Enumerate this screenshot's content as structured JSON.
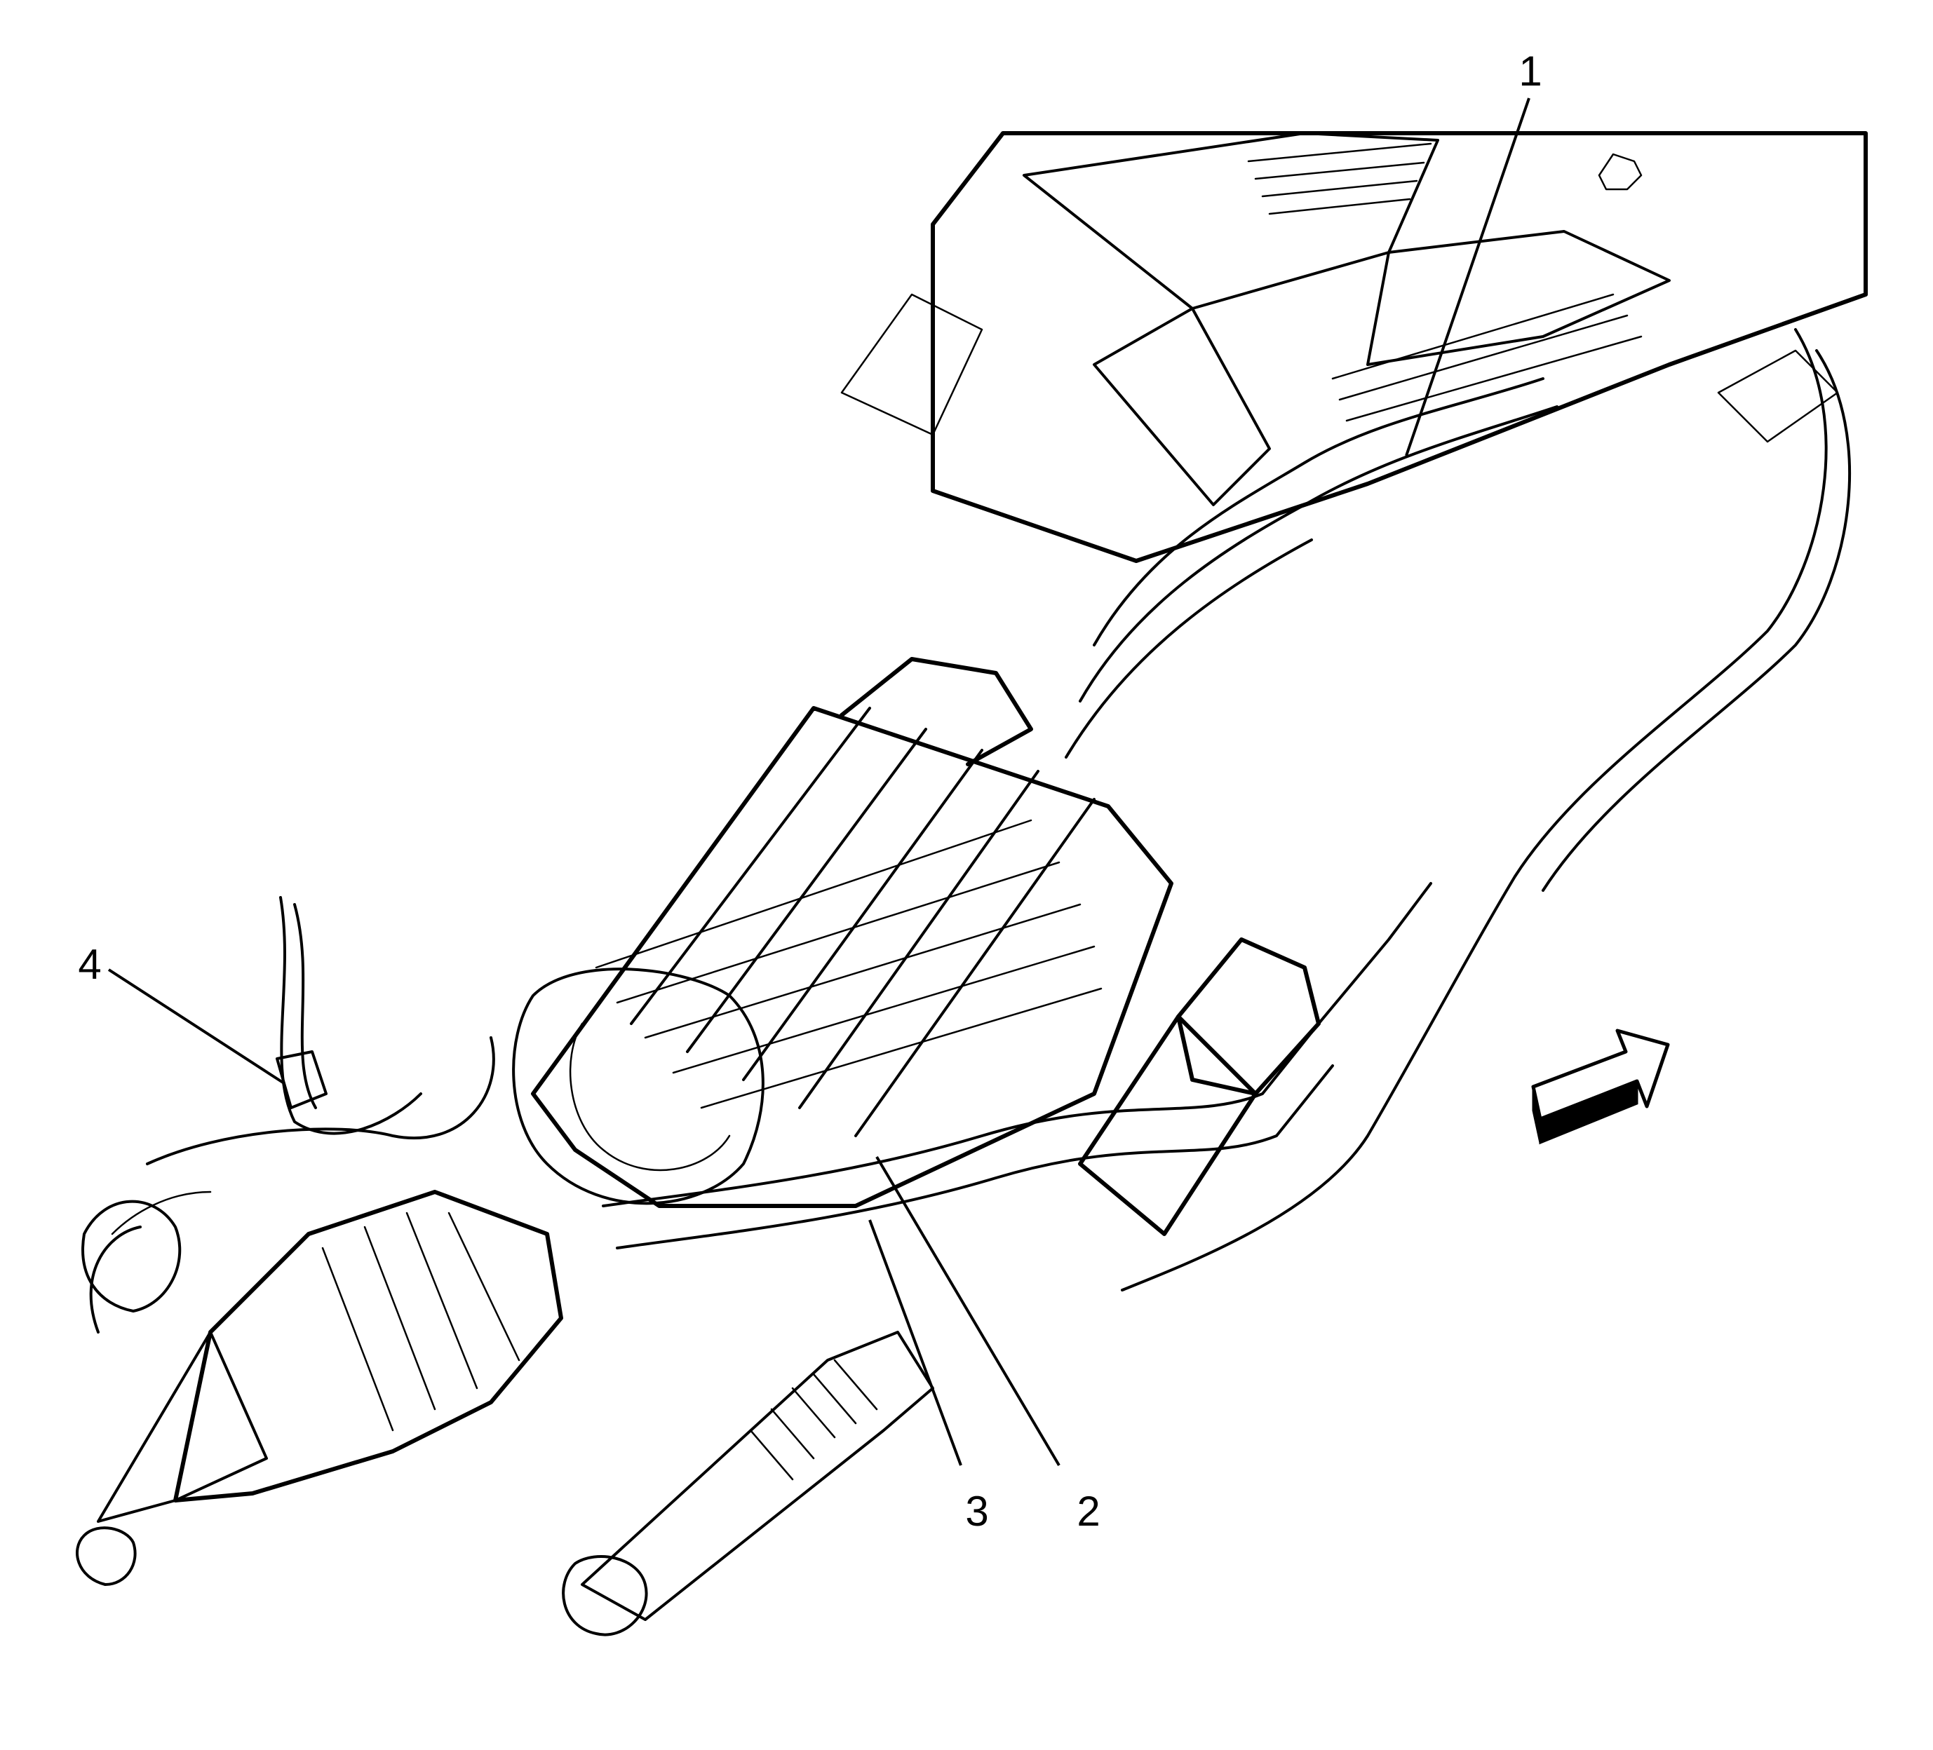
{
  "callouts": [
    {
      "id": "1",
      "label": "1"
    },
    {
      "id": "2",
      "label": "2"
    },
    {
      "id": "3",
      "label": "3"
    },
    {
      "id": "4",
      "label": "4"
    }
  ],
  "colors": {
    "ink": "#000000",
    "paper": "#ffffff"
  },
  "icons": {
    "direction": "front-direction-arrow-icon"
  }
}
